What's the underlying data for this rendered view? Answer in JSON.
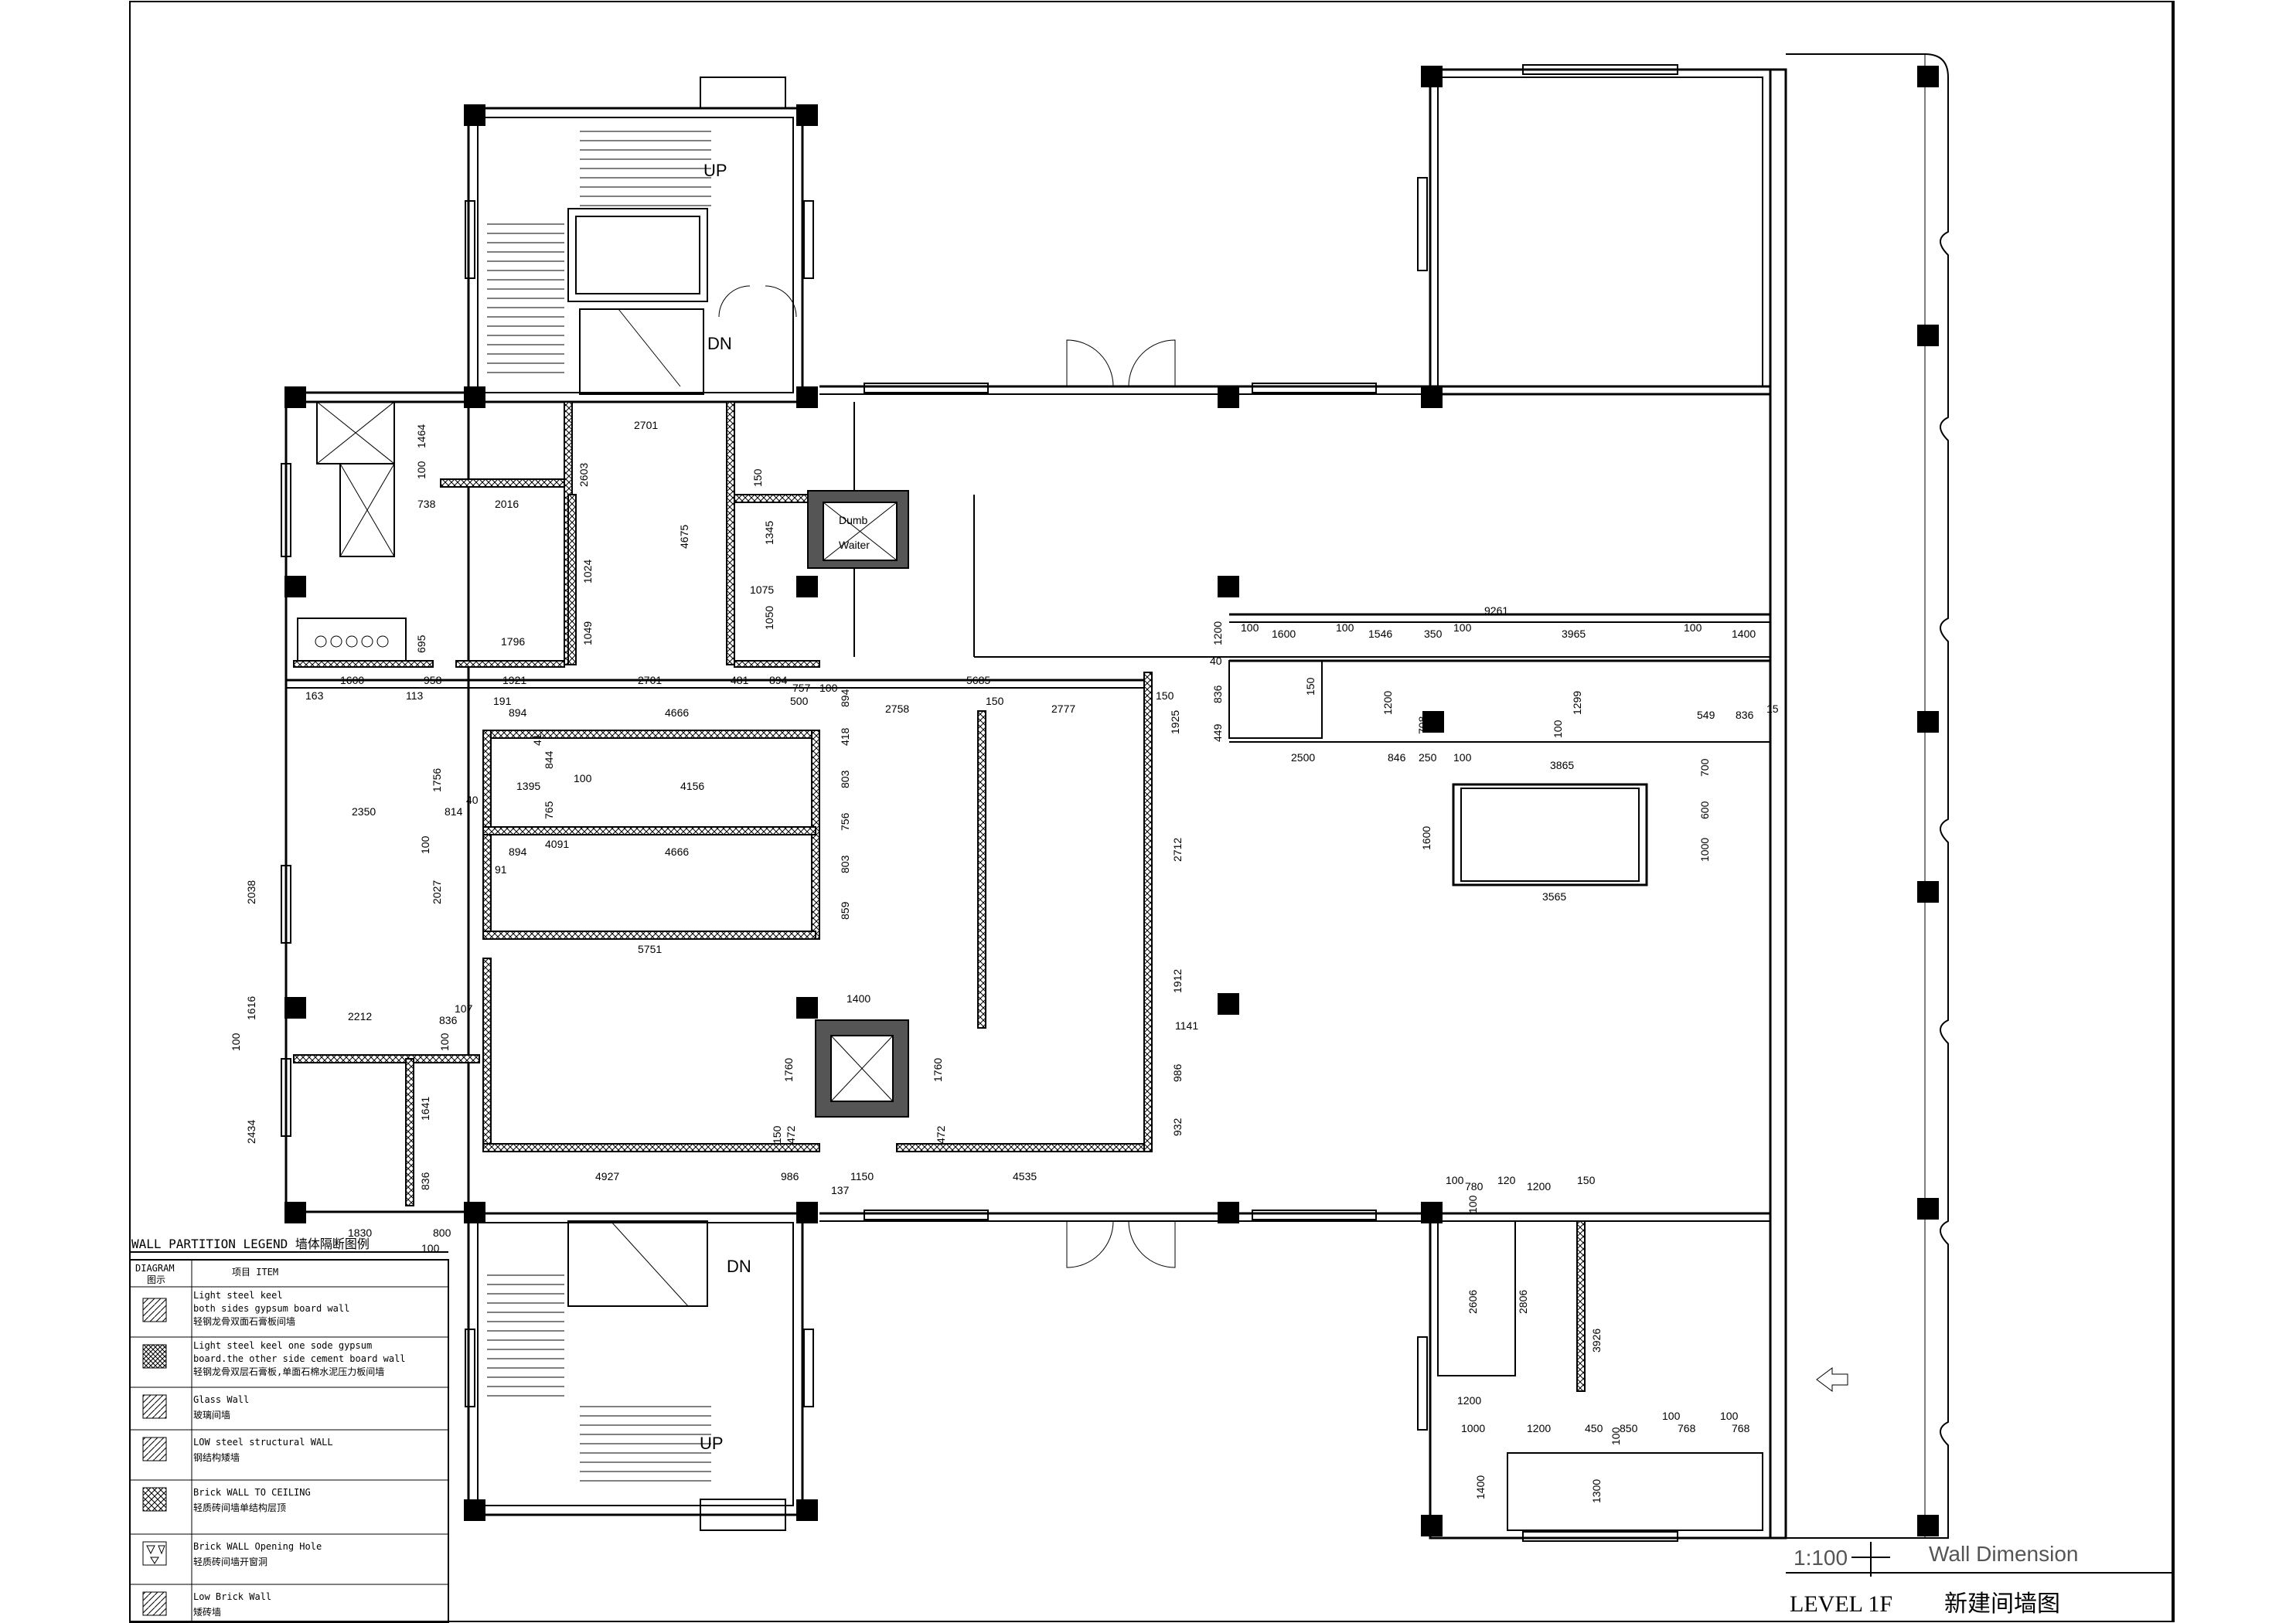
{
  "drawing": {
    "title_level": "LEVEL 1F",
    "title_cn": "新建间墙图",
    "scale": "1:100",
    "subtitle": "Wall Dimension"
  },
  "labels": {
    "up_top": "UP",
    "dn_top": "DN",
    "dn_bottom": "DN",
    "up_bottom": "UP",
    "dumb": "Dumb",
    "waiter": "Waiter"
  },
  "legend": {
    "title": "WALL PARTITION LEGEND 墙体隔断图例",
    "col_diagram": "DIAGRAM",
    "col_diagram_cn": "图示",
    "col_item": "项目 ITEM",
    "rows": [
      {
        "en": "Light steel keel",
        "en2": "both sides gypsum board wall",
        "cn": "轻钢龙骨双面石膏板间墙",
        "pattern": "diag"
      },
      {
        "en": "Light steel keel one sode gypsum",
        "en2": "board.the other side cement board wall",
        "cn": "轻钢龙骨双层石膏板,单面石棉水泥压力板间墙",
        "pattern": "cross"
      },
      {
        "en": "Glass Wall",
        "en2": "",
        "cn": "玻璃间墙",
        "pattern": "diag"
      },
      {
        "en": "LOW steel structural WALL",
        "en2": "",
        "cn": "钢结构矮墙",
        "pattern": "diag"
      },
      {
        "en": "Brick WALL TO CEILING",
        "en2": "",
        "cn": "轻质砖间墙单结构层顶",
        "pattern": "brick"
      },
      {
        "en": "Brick WALL Opening Hole",
        "en2": "",
        "cn": "轻质砖间墙开窗洞",
        "pattern": "tri"
      },
      {
        "en": "Low Brick Wall",
        "en2": "",
        "cn": "矮砖墙",
        "pattern": "diag"
      }
    ]
  },
  "dimensions": {
    "d2701a": "2701",
    "d2603": "2603",
    "d4675": "4675",
    "d1464": "1464",
    "d100a": "100",
    "d738": "738",
    "d2016": "2016",
    "d1024": "1024",
    "d1049": "1049",
    "d1796": "1796",
    "d695": "695",
    "d1600a": "1600",
    "d958": "958",
    "d1921": "1921",
    "d2701b": "2701",
    "d481": "481",
    "d894a": "894",
    "d757": "757",
    "d100b": "100",
    "d5685": "5685",
    "d150a": "150",
    "d1345": "1345",
    "d1075": "1075",
    "d1050": "1050",
    "d150b": "150",
    "d163": "163",
    "d113": "113",
    "d191": "191",
    "d894b": "894",
    "d4666a": "4666",
    "d2758": "2758",
    "d150c": "150",
    "d2777": "2777",
    "d1925": "1925",
    "d41": "41",
    "d844": "844",
    "d100c": "100",
    "d1395": "1395",
    "d4156": "4156",
    "d765": "765",
    "d1756": "1756",
    "d40a": "40",
    "d2350": "2350",
    "d814": "814",
    "d4091": "4091",
    "d894c": "894",
    "d4666b": "4666",
    "d100d": "100",
    "d91": "91",
    "d2038": "2038",
    "d2027": "2027",
    "d5751": "5751",
    "d1616": "1616",
    "d2212": "2212",
    "d107": "107",
    "d836a": "836",
    "d100e": "100",
    "d100f": "100",
    "d1400a": "1400",
    "d1760a": "1760",
    "d1760b": "1760",
    "d2712": "2712",
    "d1912": "1912",
    "d1141": "1141",
    "d986a": "986",
    "d932": "932",
    "d2434": "2434",
    "d1641": "1641",
    "d836b": "836",
    "d150d": "150",
    "d472a": "472",
    "d472b": "472",
    "d4927": "4927",
    "d986b": "986",
    "d1150": "1150",
    "d4535": "4535",
    "d137": "137",
    "d1830": "1830",
    "d800": "800",
    "d100g": "100",
    "d9261": "9261",
    "d100h": "100",
    "d1600b": "1600",
    "d100i": "100",
    "d1546": "1546",
    "d350": "350",
    "d100j": "100",
    "d3965": "3965",
    "d100k": "100",
    "d1400b": "1400",
    "d1200a": "1200",
    "d40b": "40",
    "d836c": "836",
    "d449": "449",
    "d150e": "150",
    "d1200b": "1200",
    "d1299": "1299",
    "d100l": "100",
    "d549": "549",
    "d836d": "836",
    "d15": "15",
    "d2500": "2500",
    "d846": "846",
    "d708": "708",
    "d250": "250",
    "d100m": "100",
    "d3865": "3865",
    "d700": "700",
    "d600": "600",
    "d1600c": "1600",
    "d1000a": "1000",
    "d3565": "3565",
    "d100n": "100",
    "d780": "780",
    "d120": "120",
    "d1200c": "1200",
    "d150f": "150",
    "d100o": "100",
    "d2606": "2606",
    "d2806": "2806",
    "d3926": "3926",
    "d1200d": "1200",
    "d1000b": "1000",
    "d1200e": "1200",
    "d450": "450",
    "d850": "850",
    "d100p": "100",
    "d768a": "768",
    "d100q": "100",
    "d768b": "768",
    "d100r": "100",
    "d1400c": "1400",
    "d1300": "1300",
    "d803a": "803",
    "d756": "756",
    "d803b": "803",
    "d859": "859",
    "d418": "418",
    "d894d": "894",
    "d500": "500"
  }
}
